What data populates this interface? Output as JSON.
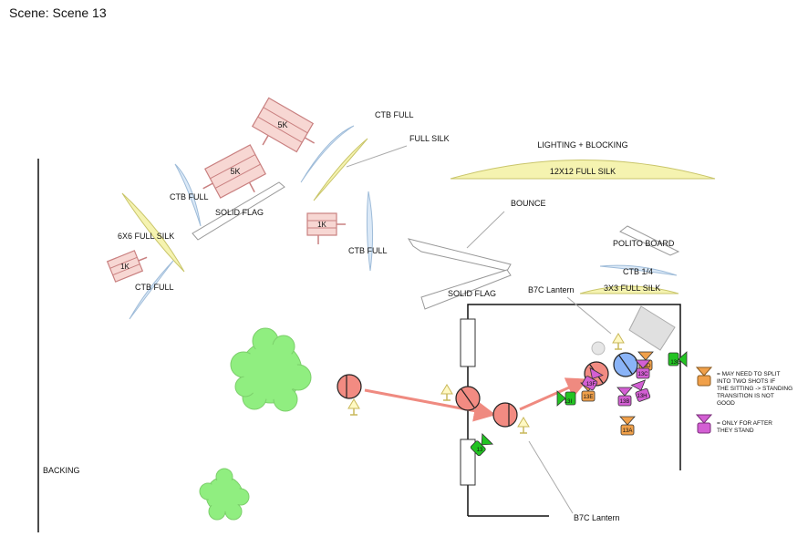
{
  "scene_title": "Scene: Scene 13",
  "heading": "LIGHTING + BLOCKING",
  "labels": {
    "backing": "BACKING",
    "silk_12x12": "12X12 FULL SILK",
    "silk_3x3": "3X3 FULL SILK",
    "ctb_quarter": "CTB 1/4",
    "polito_board": "POLITO BOARD",
    "bounce": "BOUNCE",
    "solid_flag_left": "SOLID FLAG",
    "solid_flag_right": "SOLID FLAG",
    "b7c_lantern_top": "B7C Lantern",
    "b7c_lantern_bottom": "B7C Lantern",
    "ctb_full_top": "CTB FULL",
    "full_silk_top": "FULL SILK",
    "ctb_full_mid": "CTB FULL",
    "ctb_full_1k": "CTB FULL",
    "silk_6x6": "6X6 FULL SILK",
    "ctb_full_left": "CTB FULL"
  },
  "lights": {
    "5k_top": "5K",
    "5k_mid": "5K",
    "1k_mid": "1K",
    "1k_left": "1K"
  },
  "cameras": {
    "cam_13": "13",
    "cam_13i": "13I",
    "cam_13e": "13E",
    "cam_13f": "13F",
    "cam_13d": "13D",
    "cam_13c": "13C",
    "cam_13b": "13B",
    "cam_13h": "13H",
    "cam_13g": "13G",
    "cam_13a": "13A"
  },
  "legend": {
    "orange_note": [
      "= MAY NEED TO SPLIT",
      "INTO TWO SHOTS IF",
      "THE SITTING -> STANDING",
      "TRANSITION IS NOT",
      "GOOD"
    ],
    "purple_note": [
      "= ONLY FOR AFTER",
      "THEY STAND"
    ]
  },
  "colors": {
    "silk": "#f5f3b0",
    "silk_stroke": "#c9c56a",
    "ctb": "#dbe9f7",
    "ctb_stroke": "#9fbcd9",
    "light_fill": "#f7d7d3",
    "light_stroke": "#c98080",
    "actor": "#f28b82",
    "actor_blue": "#8ab4f8",
    "path": "#ef8a80",
    "camera_green": "#22c322",
    "camera_orange": "#f0a04a",
    "camera_purple": "#d35fd3",
    "tree": "#90ee80",
    "lantern": "#fff9c4"
  }
}
